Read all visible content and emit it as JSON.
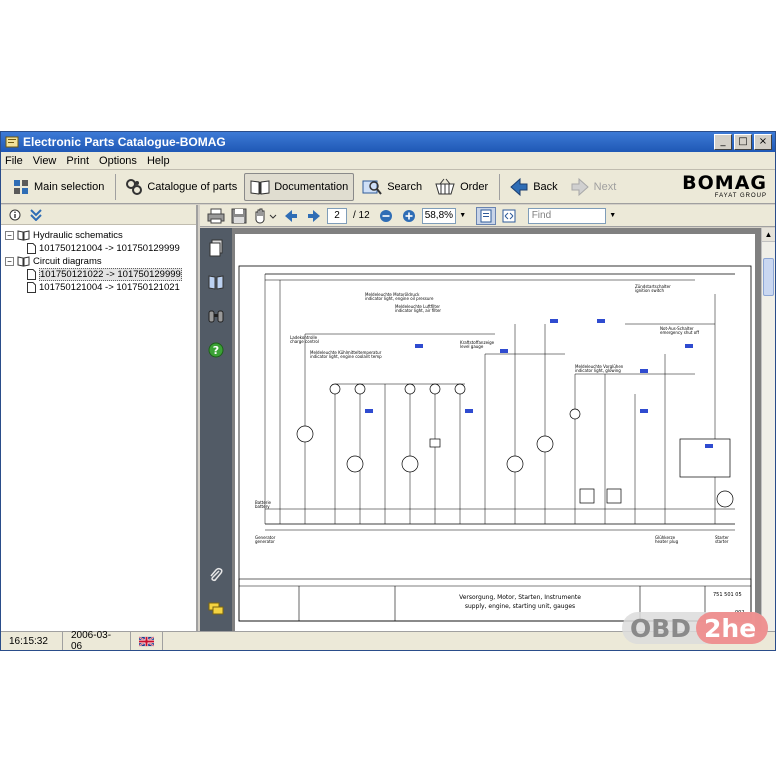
{
  "window": {
    "title": "Electronic Parts Catalogue-BOMAG"
  },
  "menu": [
    "File",
    "View",
    "Print",
    "Options",
    "Help"
  ],
  "toolbar": {
    "main_selection": "Main selection",
    "catalogue": "Catalogue of parts",
    "documentation": "Documentation",
    "search": "Search",
    "order": "Order",
    "back": "Back",
    "next": "Next"
  },
  "brand": {
    "name": "BOMAG",
    "sub": "FAYAT GROUP"
  },
  "tree": {
    "groups": [
      {
        "label": "Hydraulic schematics",
        "items": [
          "101750121004 -> 101750129999"
        ]
      },
      {
        "label": "Circuit diagrams",
        "items": [
          "101750121022 -> 101750129999",
          "101750121004 -> 101750121021"
        ]
      }
    ]
  },
  "viewer": {
    "page": "2",
    "page_total": "/ 12",
    "zoom": "58,8%",
    "find_placeholder": "Find"
  },
  "diagram": {
    "title_de": "Versorgung, Motor, Starten, Instrumente",
    "title_en": "supply, engine, starting unit, gauges",
    "doc_no": "751 501 05",
    "sheet": "002",
    "labels": [
      "Meldeleuchte Motoröldruck",
      "indicator light, engine oil pressure",
      "Meldeleuchte Luftfilter",
      "indicator light, air filter",
      "Meldeleuchte Kühlmitteltemperatur",
      "indicator light, engine coolant temp",
      "Ladekontrolle",
      "charge control",
      "Kraftstoffanzeige",
      "level gauge",
      "Meldeleuchte Vorglühen",
      "indicator light, glowing",
      "Zündstartschalter",
      "ignition switch",
      "Not-Aus-Schalter",
      "emergency shut off",
      "Generator",
      "generator",
      "Batterie",
      "battery",
      "Starter",
      "starter",
      "Glühkerze",
      "heater plug"
    ]
  },
  "status": {
    "time": "16:15:32",
    "date": "2006-03-06"
  },
  "watermark": {
    "text_a": "OBD",
    "text_b": "2he"
  }
}
